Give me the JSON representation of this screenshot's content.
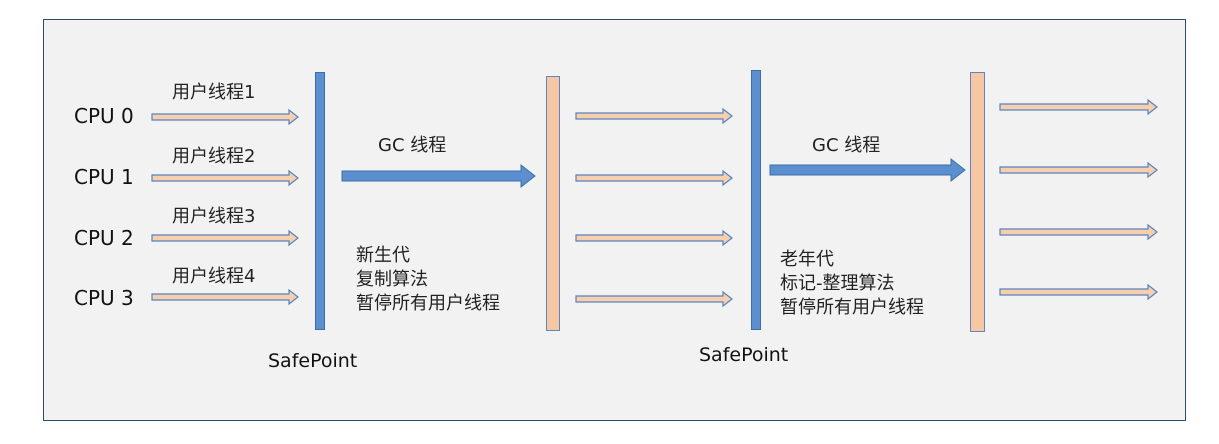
{
  "cpus": [
    {
      "label": "CPU 0",
      "thread": "用户线程1"
    },
    {
      "label": "CPU 1",
      "thread": "用户线程2"
    },
    {
      "label": "CPU 2",
      "thread": "用户线程3"
    },
    {
      "label": "CPU 3",
      "thread": "用户线程4"
    }
  ],
  "phase1": {
    "gc_label": "GC 线程",
    "notes": [
      "新生代",
      "复制算法",
      "暂停所有用户线程"
    ],
    "safepoint": "SafePoint"
  },
  "phase2": {
    "gc_label": "GC 线程",
    "notes": [
      "老年代",
      "标记-整理算法",
      "暂停所有用户线程"
    ],
    "safepoint": "SafePoint"
  },
  "colors": {
    "blue_bar": "#5b8fd0",
    "orange_bar": "#f7c7a4",
    "thread_arrow_fill": "#f5cfae",
    "thread_arrow_outline": "#5a82bd",
    "gc_arrow": "#5b8fd0",
    "frame_border": "#2e4a6b",
    "frame_background": "#f2f2f2"
  }
}
